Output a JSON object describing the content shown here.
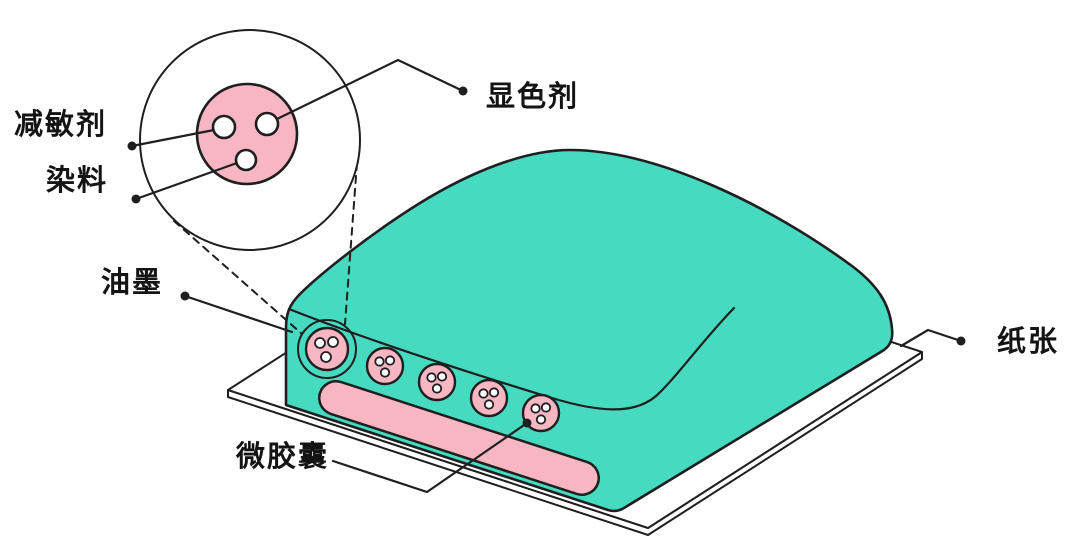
{
  "figure": {
    "type": "technical-illustration",
    "subject": "carbonless-copy-paper microcapsule coating cutaway",
    "labels": {
      "desensitizer": "减敏剂",
      "dye": "染料",
      "developer": "显色剂",
      "ink": "油墨",
      "microcapsule": "微胶囊",
      "paper": "纸张"
    },
    "colors": {
      "coating": "#46DAC0",
      "capsule": "#F7B6C2",
      "line": "#1F1F1F",
      "paper": "#FFFFFF"
    }
  }
}
